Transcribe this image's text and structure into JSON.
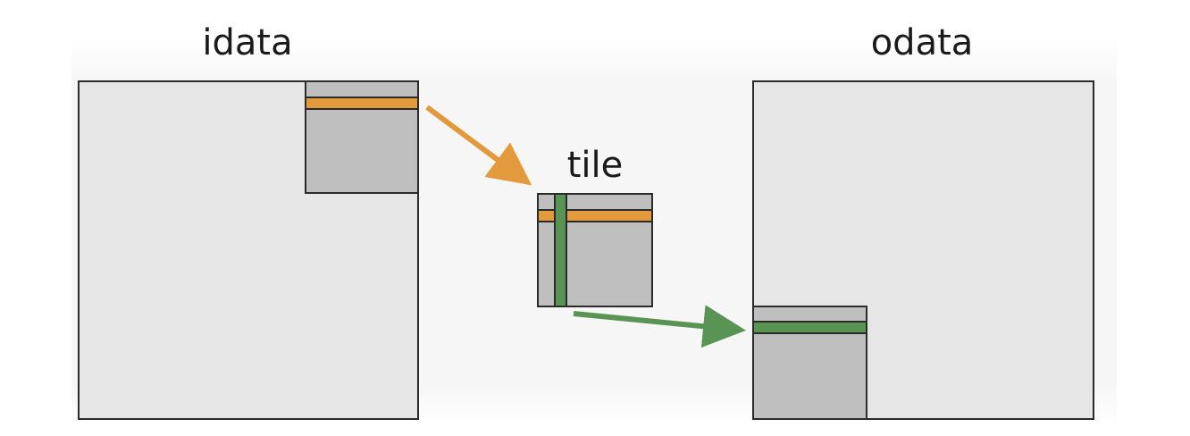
{
  "labels": {
    "input": "idata",
    "tile": "tile",
    "output": "odata"
  },
  "colors": {
    "matrix_fill": "#e6e6e6",
    "block_fill": "#bfbfbf",
    "outline": "#2b2b2b",
    "row_highlight": "#e39a3c",
    "column_highlight": "#5a9455"
  }
}
